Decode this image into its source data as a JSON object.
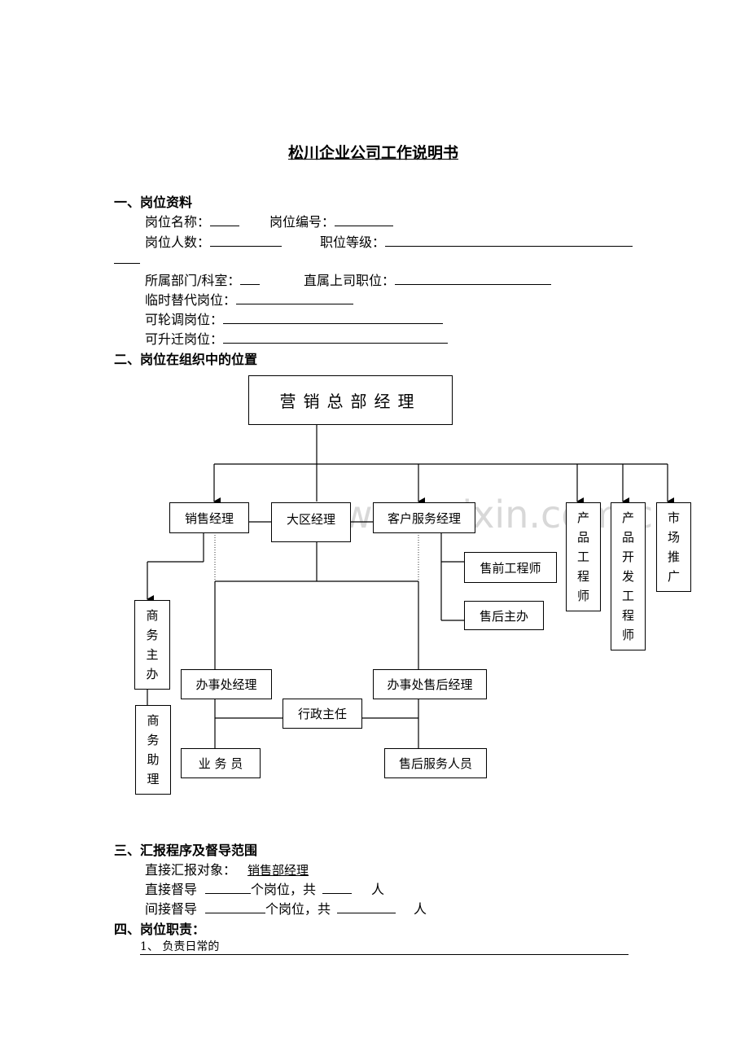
{
  "title": "松川企业公司工作说明书",
  "section1": {
    "heading": "一、岗位资料",
    "name_label": "岗位名称：",
    "number_label": "岗位编号：",
    "headcount_label": "岗位人数：",
    "grade_label": "职位等级：",
    "dept_label": "所属部门/科室：",
    "superior_label": "直属上司职位：",
    "substitute_label": "临时替代岗位：",
    "rotation_label": "可轮调岗位：",
    "promotion_label": "可升迁岗位："
  },
  "section2": {
    "heading": "二、岗位在组织中的位置"
  },
  "org": {
    "top": "营销总部经理",
    "sales_manager": "销售经理",
    "region_manager": "大区经理",
    "cs_manager": "客户服务经理",
    "product_engineer": [
      "产",
      "品",
      "工",
      "程",
      "师"
    ],
    "product_dev_engineer": [
      "产",
      "品",
      "开",
      "发",
      "工",
      "程",
      "师"
    ],
    "marketing": [
      "市",
      "场",
      "推",
      "广"
    ],
    "presales_engineer": "售前工程师",
    "aftersales_supervisor": "售后主办",
    "business_supervisor": [
      "商",
      "务",
      "主",
      "办"
    ],
    "business_assistant": [
      "商",
      "务",
      "助",
      "理"
    ],
    "office_manager": "办事处经理",
    "office_aftersales_manager": "办事处售后经理",
    "admin_director": "行政主任",
    "salesperson": "业 务 员",
    "aftersales_staff": "售后服务人员"
  },
  "watermark": "www.zixin.com.cn",
  "section3": {
    "heading": "三、汇报程序及督导范围",
    "report_label": "直接汇报对象：",
    "report_value": "销售部经理",
    "direct_label": "直接督导",
    "indirect_label": "间接督导",
    "positions_text": "个岗位，共",
    "people_unit": "人"
  },
  "section4": {
    "heading": "四、岗位职责：",
    "item1": "1、  负责日常的"
  }
}
